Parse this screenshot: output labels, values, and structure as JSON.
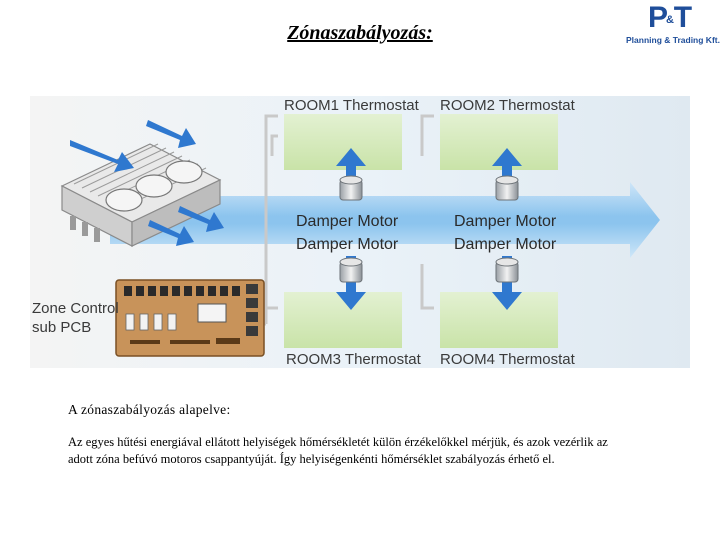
{
  "page": {
    "title": "Zónaszabályozás:",
    "logo": {
      "mark": "P&T",
      "tagline": "Planning & Trading Kft."
    }
  },
  "diagram": {
    "rooms": [
      {
        "label": "ROOM1 Thermostat"
      },
      {
        "label": "ROOM2 Thermostat"
      },
      {
        "label": "ROOM3 Thermostat"
      },
      {
        "label": "ROOM4 Thermostat"
      }
    ],
    "dampers": [
      {
        "label": "Damper Motor"
      },
      {
        "label": "Damper Motor"
      },
      {
        "label": "Damper Motor"
      },
      {
        "label": "Damper Motor"
      }
    ],
    "pcb_label_line1": "Zone Control",
    "pcb_label_line2": "sub PCB",
    "colors": {
      "airflow": "#7ab8e8",
      "room_box": "#d6ecbe",
      "arrow": "#2a72c8",
      "wire": "#c8c8c8"
    }
  },
  "content": {
    "heading": "A zónaszabályozás alapelve:",
    "body": "Az egyes hűtési energiával ellátott helyiségek hőmérsékletét külön érzékelőkkel mérjük, és azok vezérlik az adott zóna befúvó motoros csappantyúját. Így helyiségenkénti hőmérséklet szabályozás érhető el."
  }
}
